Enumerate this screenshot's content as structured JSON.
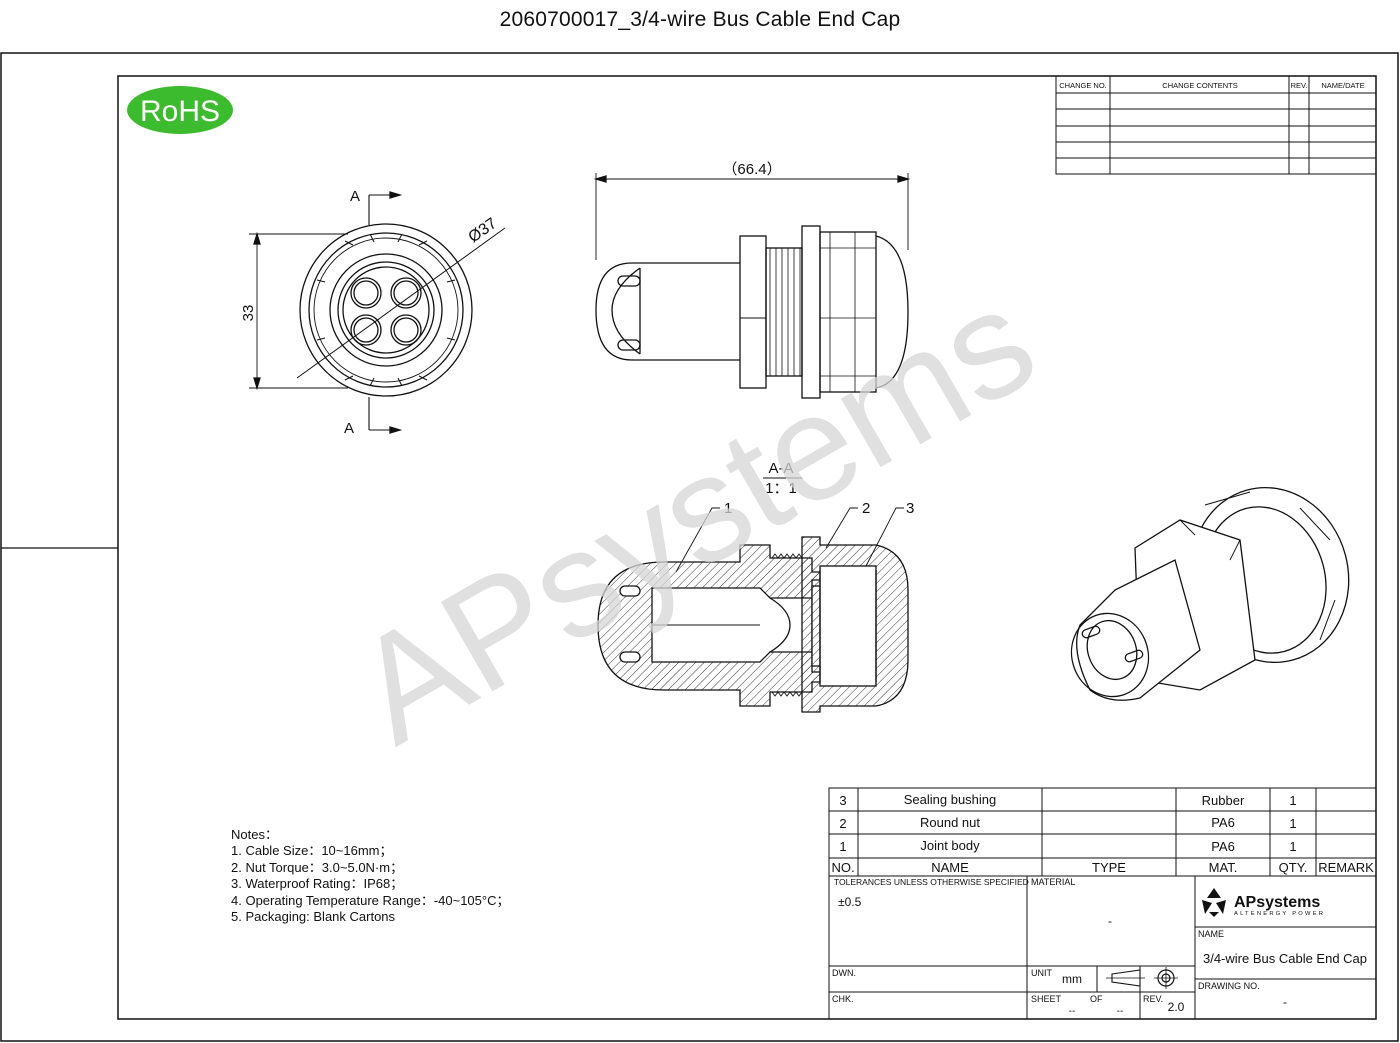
{
  "page_title": "2060700017_3/4-wire Bus Cable End Cap",
  "rohs_label": "RoHS",
  "watermark": "APsystems",
  "colors": {
    "rohs_green": "#3dbb2e",
    "watermark_gray": "#d6d6d6",
    "line": "#111111"
  },
  "front_view": {
    "section_marker_top": "A",
    "section_marker_bottom": "A",
    "diameter_label": "Ø37",
    "height_label": "33"
  },
  "side_view": {
    "length_label": "（66.4）"
  },
  "section_view": {
    "title": "A-A",
    "scale": "1：1",
    "callouts": [
      "1",
      "2",
      "3"
    ]
  },
  "revision_table": {
    "headers": [
      "CHANGE NO.",
      "CHANGE CONTENTS",
      "REV.",
      "NAME/DATE"
    ],
    "blank_rows": 5
  },
  "bom": {
    "rows": [
      {
        "no": "3",
        "name": "Sealing bushing",
        "type": "",
        "mat": "Rubber",
        "qty": "1",
        "remark": ""
      },
      {
        "no": "2",
        "name": "Round nut",
        "type": "",
        "mat": "PA6",
        "qty": "1",
        "remark": ""
      },
      {
        "no": "1",
        "name": "Joint body",
        "type": "",
        "mat": "PA6",
        "qty": "1",
        "remark": ""
      }
    ],
    "headers": [
      "NO.",
      "NAME",
      "TYPE",
      "MAT.",
      "QTY.",
      "REMARK"
    ]
  },
  "title_block": {
    "tolerance_label": "TOLERANCES UNLESS OTHERWISE SPECIFIED",
    "tolerance_value": "±0.5",
    "material_label": "MATERIAL",
    "material_value": "-",
    "company_name": "APsystems",
    "company_tagline": "ALTENERGY POWER",
    "name_label": "NAME",
    "name_value": "3/4-wire Bus Cable End Cap",
    "dwn_label": "DWN.",
    "unit_label": "UNIT",
    "unit_value": "mm",
    "drawing_no_label": "DRAWING NO.",
    "drawing_no_value": "-",
    "chk_label": "CHK.",
    "sheet_label": "SHEET",
    "sheet_value": "--",
    "of_label": "OF",
    "of_value": "--",
    "rev_label": "REV.",
    "rev_value": "2.0"
  },
  "notes": {
    "heading": "Notes：",
    "items": [
      "1. Cable Size：10~16mm；",
      "2. Nut Torque：3.0~5.0N·m；",
      "3. Waterproof Rating：IP68；",
      "4. Operating Temperature Range：-40~105°C；",
      "5. Packaging: Blank Cartons"
    ]
  }
}
